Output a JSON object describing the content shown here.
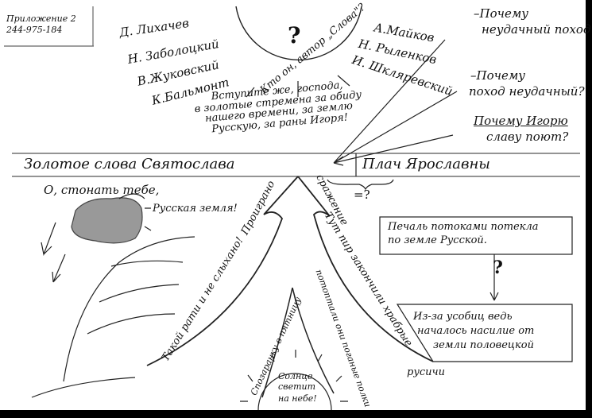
{
  "appendix": {
    "title": "Приложение 2",
    "code": "244-975-184"
  },
  "authors_left": [
    "Д. Лихачев",
    "Н. Заболоцкий",
    "В.Жуковский",
    "К.Бальмонт"
  ],
  "authors_right": [
    "А.Майков",
    "Н. Рыленков",
    "И. Шкляревский"
  ],
  "center_question": {
    "mark": "?",
    "text": "Кто он, автор „Слова\"?"
  },
  "quote": [
    "Вступите же, господа,",
    "в золотые стремена за обиду",
    "нашего времени, за землю",
    "Русскую, за раны Игоря!"
  ],
  "questions": [
    [
      "–Почему",
      "неудачный поход."
    ],
    [
      "–Почему",
      "поход неудачный?"
    ],
    [
      "Почему Игорю",
      "славу поют?"
    ]
  ],
  "bar": {
    "left": "Золотое слова Святослава",
    "right": "Плач Ярославны",
    "brace_note": "=?"
  },
  "lament": [
    "О, стонать тебе,",
    "Русская земля!"
  ],
  "arrow_labels": {
    "lost": "Проиграно",
    "battle": "сражение",
    "army": "Такой рати и не слыхано!",
    "feast": "Тут пир закончили храбрые",
    "rusichi": "русичи",
    "early": "Спозаранку в пятницу",
    "trampled": "потоптали они поганые полки"
  },
  "sun": [
    "Солнце",
    "светит",
    "на небе!"
  ],
  "box1": [
    "Печаль потоками потекла",
    "по земле Русской."
  ],
  "box_link": "?",
  "box2": [
    "Из-за усобиц ведь",
    "началось насилие от",
    "земли половецкой"
  ]
}
